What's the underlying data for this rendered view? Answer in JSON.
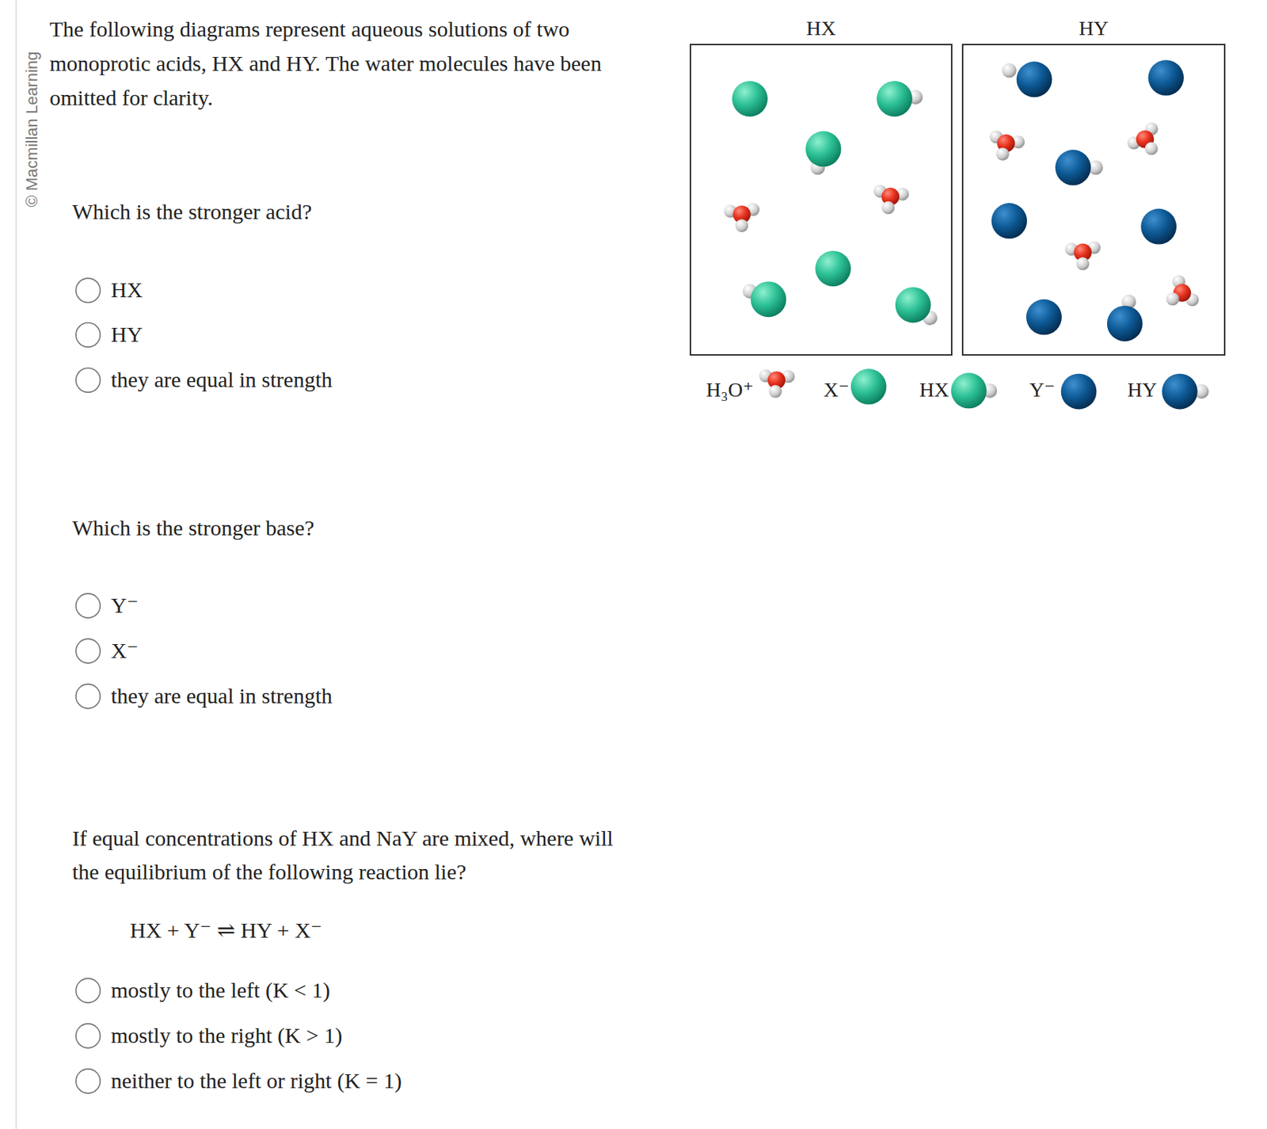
{
  "diagram": {
    "nodes": [
      {
        "text": [
          "HX"
        ]
      },
      {
        "text": [
          "HY"
        ]
      }
    ],
    "labels": [
      "© Macmillan Learning",
      "The following diagrams represent aqueous solutions of two monoprotic acids, HX and HY. The water molecules have been omitted for clarity.",
      "Which is the stronger acid?",
      "HX",
      "HY",
      "they are equal in strength",
      "Which is the stronger base?",
      "Y⁻",
      "X⁻",
      "they are equal in strength",
      "If equal concentrations of HX and NaY are mixed, where will the equilibrium of the following reaction lie?",
      "HX + Y⁻ ⇌ HY + X⁻",
      "mostly to the left (K < 1)",
      "mostly to the right (K > 1)",
      "neither to the left or right (K = 1)"
    ],
    "legend": [
      {
        "text": "H₃O⁺"
      },
      {
        "text": "X⁻"
      },
      {
        "text": "HX"
      },
      {
        "text": "Y⁻"
      },
      {
        "text": "HY"
      }
    ]
  }
}
